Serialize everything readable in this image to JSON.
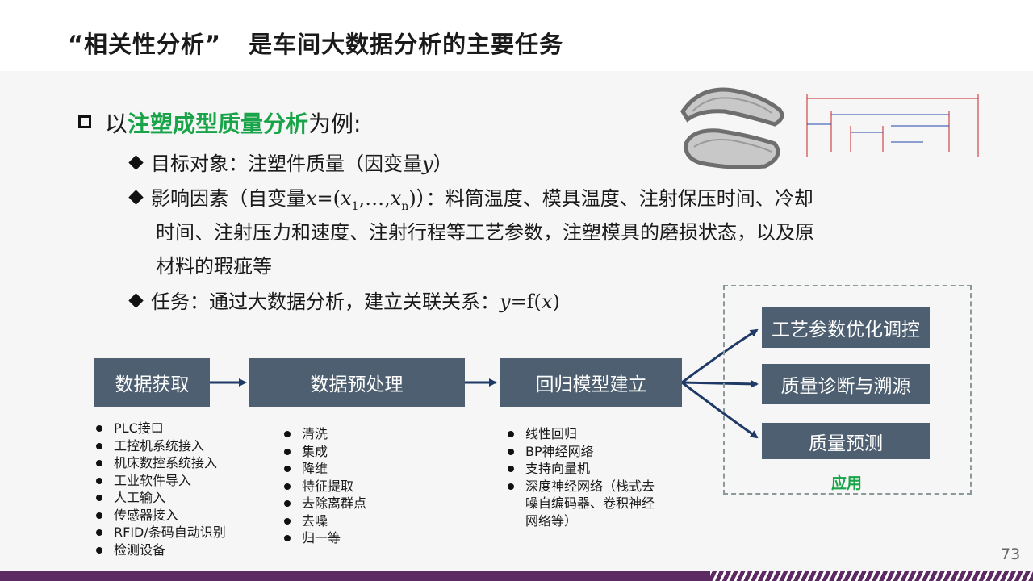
{
  "title": {
    "part1": "“相关性分析”",
    "part2": "是车间大数据分析的主要任务"
  },
  "heading": {
    "prefix": "以",
    "highlight": "注塑成型质量分析",
    "suffix": "为例:"
  },
  "bullets": {
    "target": {
      "text": "目标对象：注塑件质量（因变量",
      "var": "y",
      "close": "）"
    },
    "factors": {
      "pre": "影响因素（自变量",
      "x": "x",
      "eq": "=(",
      "x1": "x",
      "sub1": "1",
      "dots": ",…,",
      "xn": "x",
      "subn": "n",
      "paren": ")",
      "rest": "）：料筒温度、模具温度、注射保压时间、冷却",
      "line2": "时间、注射压力和速度、注射行程等工艺参数，注塑模具的磨损状态，以及原",
      "line3": "材料的瑕疵等"
    },
    "task": {
      "pre": "任务：通过大数据分析，建立关联关系：",
      "y": "y",
      "eq": "=f(",
      "x": "x",
      "close": ")"
    }
  },
  "flow": {
    "acquire": "数据获取",
    "preprocess": "数据预处理",
    "regression": "回归模型建立",
    "apps": [
      "工艺参数优化调控",
      "质量诊断与溯源",
      "质量预测"
    ],
    "apps_label": "应用"
  },
  "lists": {
    "acquire": [
      "PLC接口",
      "工控机系统接入",
      "机床数控系统接入",
      "工业软件导入",
      "人工输入",
      "传感器接入",
      "RFID/条码自动识别",
      "检测设备"
    ],
    "preprocess": [
      "清洗",
      "集成",
      "降维",
      "特征提取",
      "去除离群点",
      "去噪",
      "归一等"
    ],
    "regression": [
      "线性回归",
      "BP神经网络",
      "支持向量机",
      "深度神经网络（栈式去",
      "噪自编码器、卷积神经",
      "网络等）"
    ]
  },
  "page_number": "73",
  "colors": {
    "box": "#4d5f70",
    "arrow": "#1f3a66",
    "highlight": "#1aa44a",
    "bottom_bar": "#5d2a63"
  }
}
